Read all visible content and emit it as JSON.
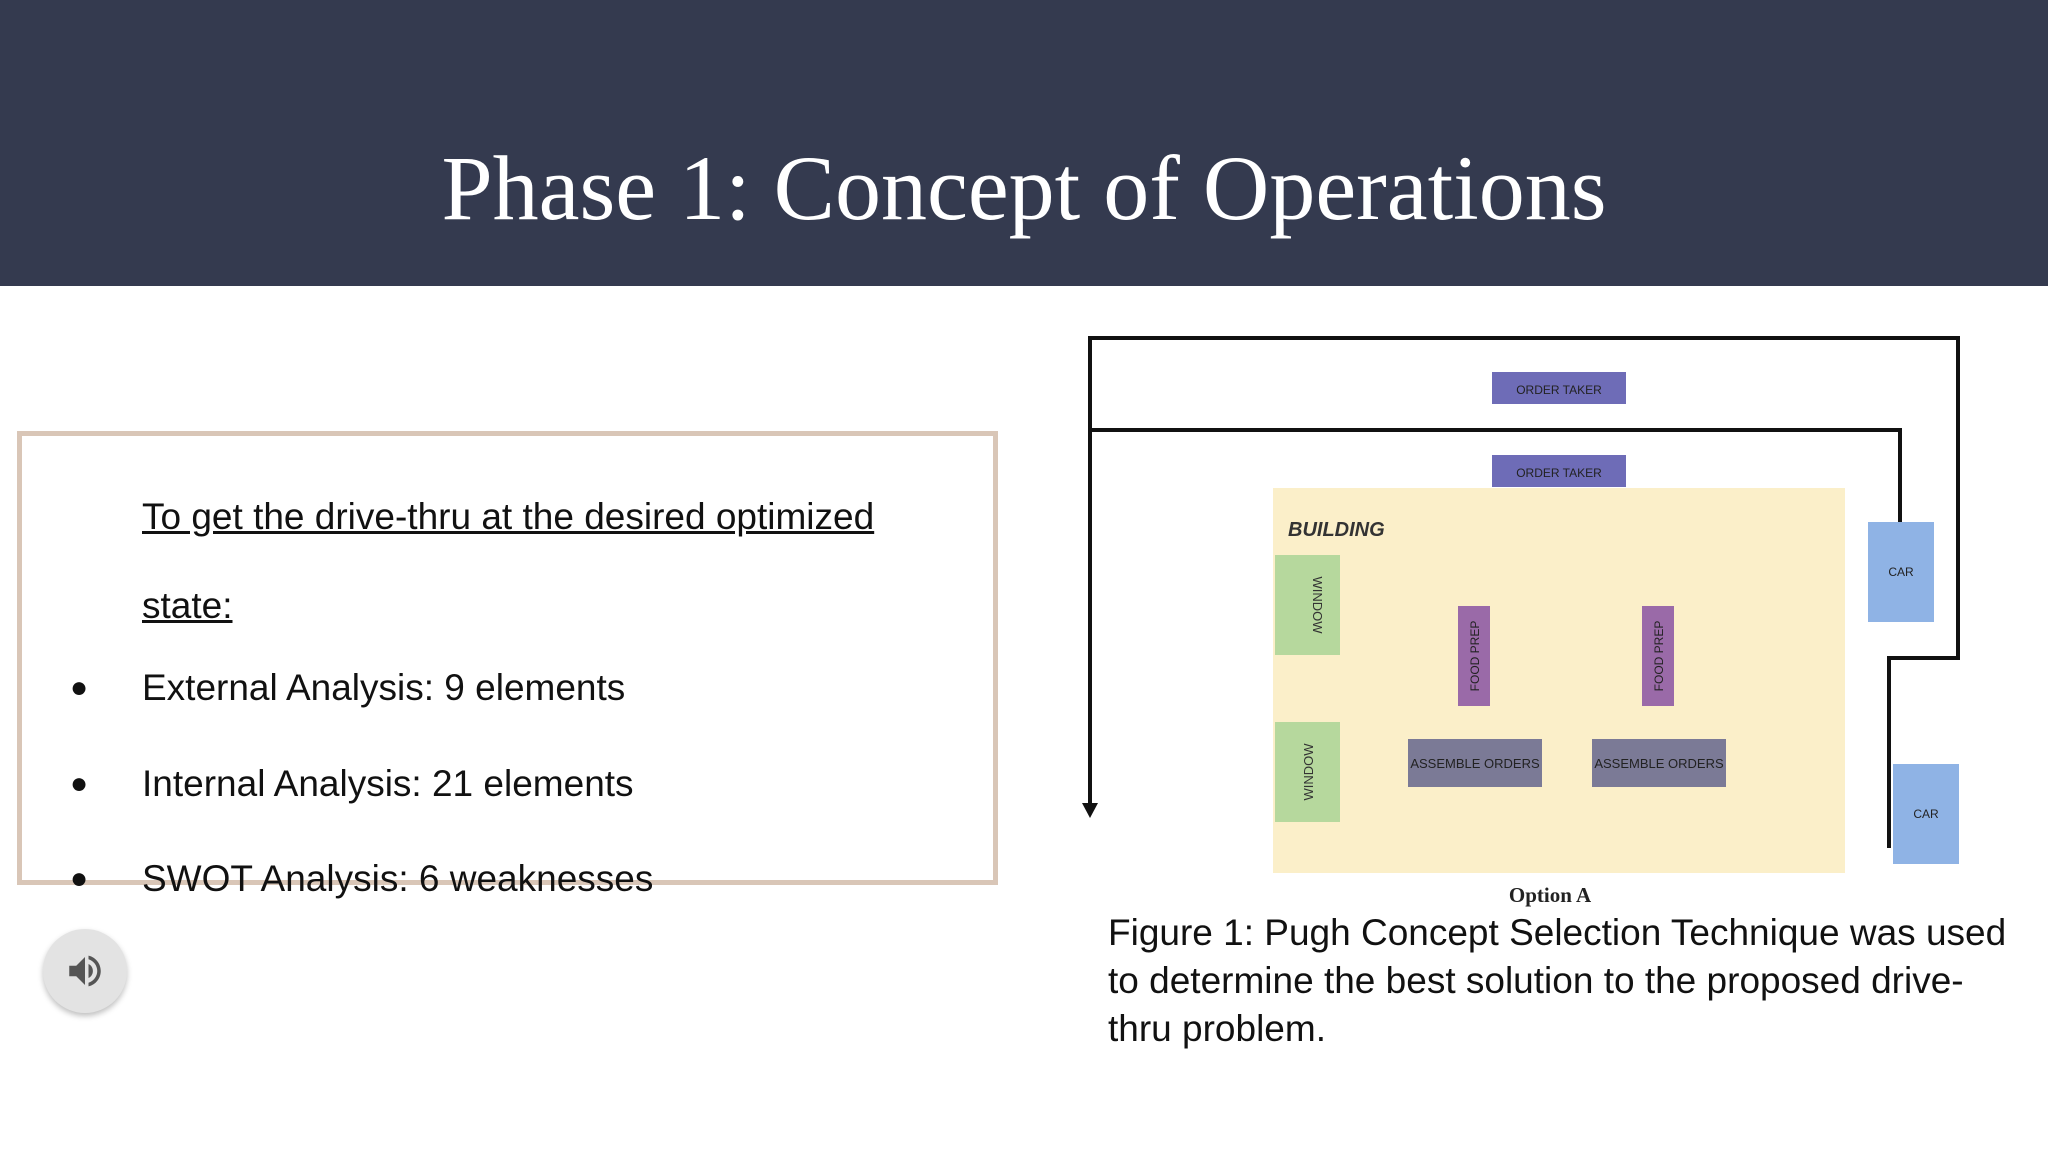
{
  "slide": {
    "title": "Phase 1: Concept of Operations",
    "intro": "To get the drive-thru at the desired optimized state:",
    "bullets": [
      "External Analysis: 9 elements",
      "Internal Analysis: 21 elements",
      "SWOT Analysis: 6 weaknesses"
    ],
    "bullet_glyph": "●",
    "audio_icon": "speaker-icon"
  },
  "figure": {
    "labels": {
      "order_taker_1": "ORDER TAKER",
      "order_taker_2": "ORDER TAKER",
      "building": "BUILDING",
      "window_1": "WINDOW",
      "window_2": "WINDOW",
      "food_prep_1": "FOOD PREP",
      "food_prep_2": "FOOD PREP",
      "assemble_1": "ASSEMBLE ORDERS",
      "assemble_2": "ASSEMBLE ORDERS",
      "car_1": "CAR",
      "car_2": "CAR",
      "option": "Option A"
    },
    "caption": "Figure 1: Pugh Concept Selection Technique was used to determine the best solution to the proposed drive-thru problem."
  },
  "colors": {
    "header_bg": "#343a4f",
    "order_taker": "#6e6cb7",
    "building": "#fbefc9",
    "window": "#b6d89d",
    "food_prep": "#9a6aa8",
    "assemble": "#7b7a96",
    "car": "#8fb3e5",
    "box_border": "#d9c6b7"
  }
}
